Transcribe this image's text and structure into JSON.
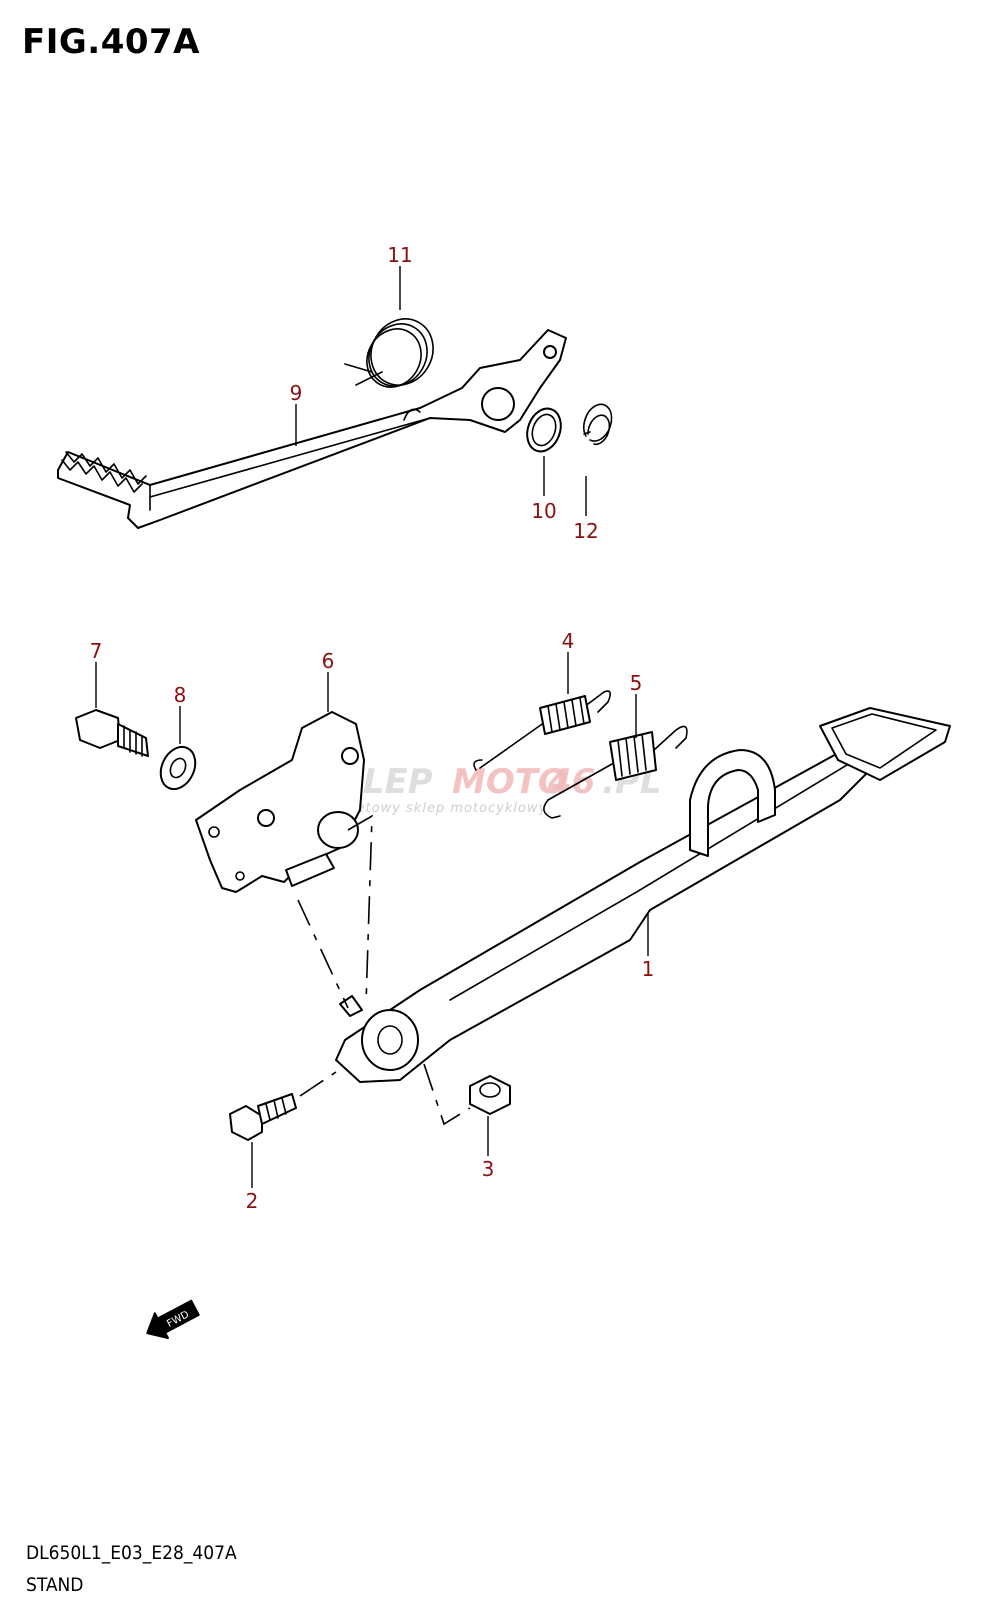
{
  "figure": {
    "title": "FIG.407A",
    "model_code": "DL650L1_E03_E28_407A",
    "caption": "STAND"
  },
  "callouts": [
    {
      "id": "1",
      "label": "1"
    },
    {
      "id": "2",
      "label": "2"
    },
    {
      "id": "3",
      "label": "3"
    },
    {
      "id": "4",
      "label": "4"
    },
    {
      "id": "5",
      "label": "5"
    },
    {
      "id": "6",
      "label": "6"
    },
    {
      "id": "7",
      "label": "7"
    },
    {
      "id": "8",
      "label": "8"
    },
    {
      "id": "9",
      "label": "9"
    },
    {
      "id": "10",
      "label": "10"
    },
    {
      "id": "11",
      "label": "11"
    },
    {
      "id": "12",
      "label": "12"
    }
  ],
  "direction_arrow": {
    "label": "FWD",
    "icon": "fwd-arrow-icon"
  },
  "watermark": {
    "brand_a": "SKLEP",
    "brand_b": "MOTO",
    "brand_c": "46",
    "brand_d": ".PL",
    "tagline": "internetowy sklep motocyklowy"
  },
  "colors": {
    "callout": "#8b1010",
    "line": "#000000"
  }
}
